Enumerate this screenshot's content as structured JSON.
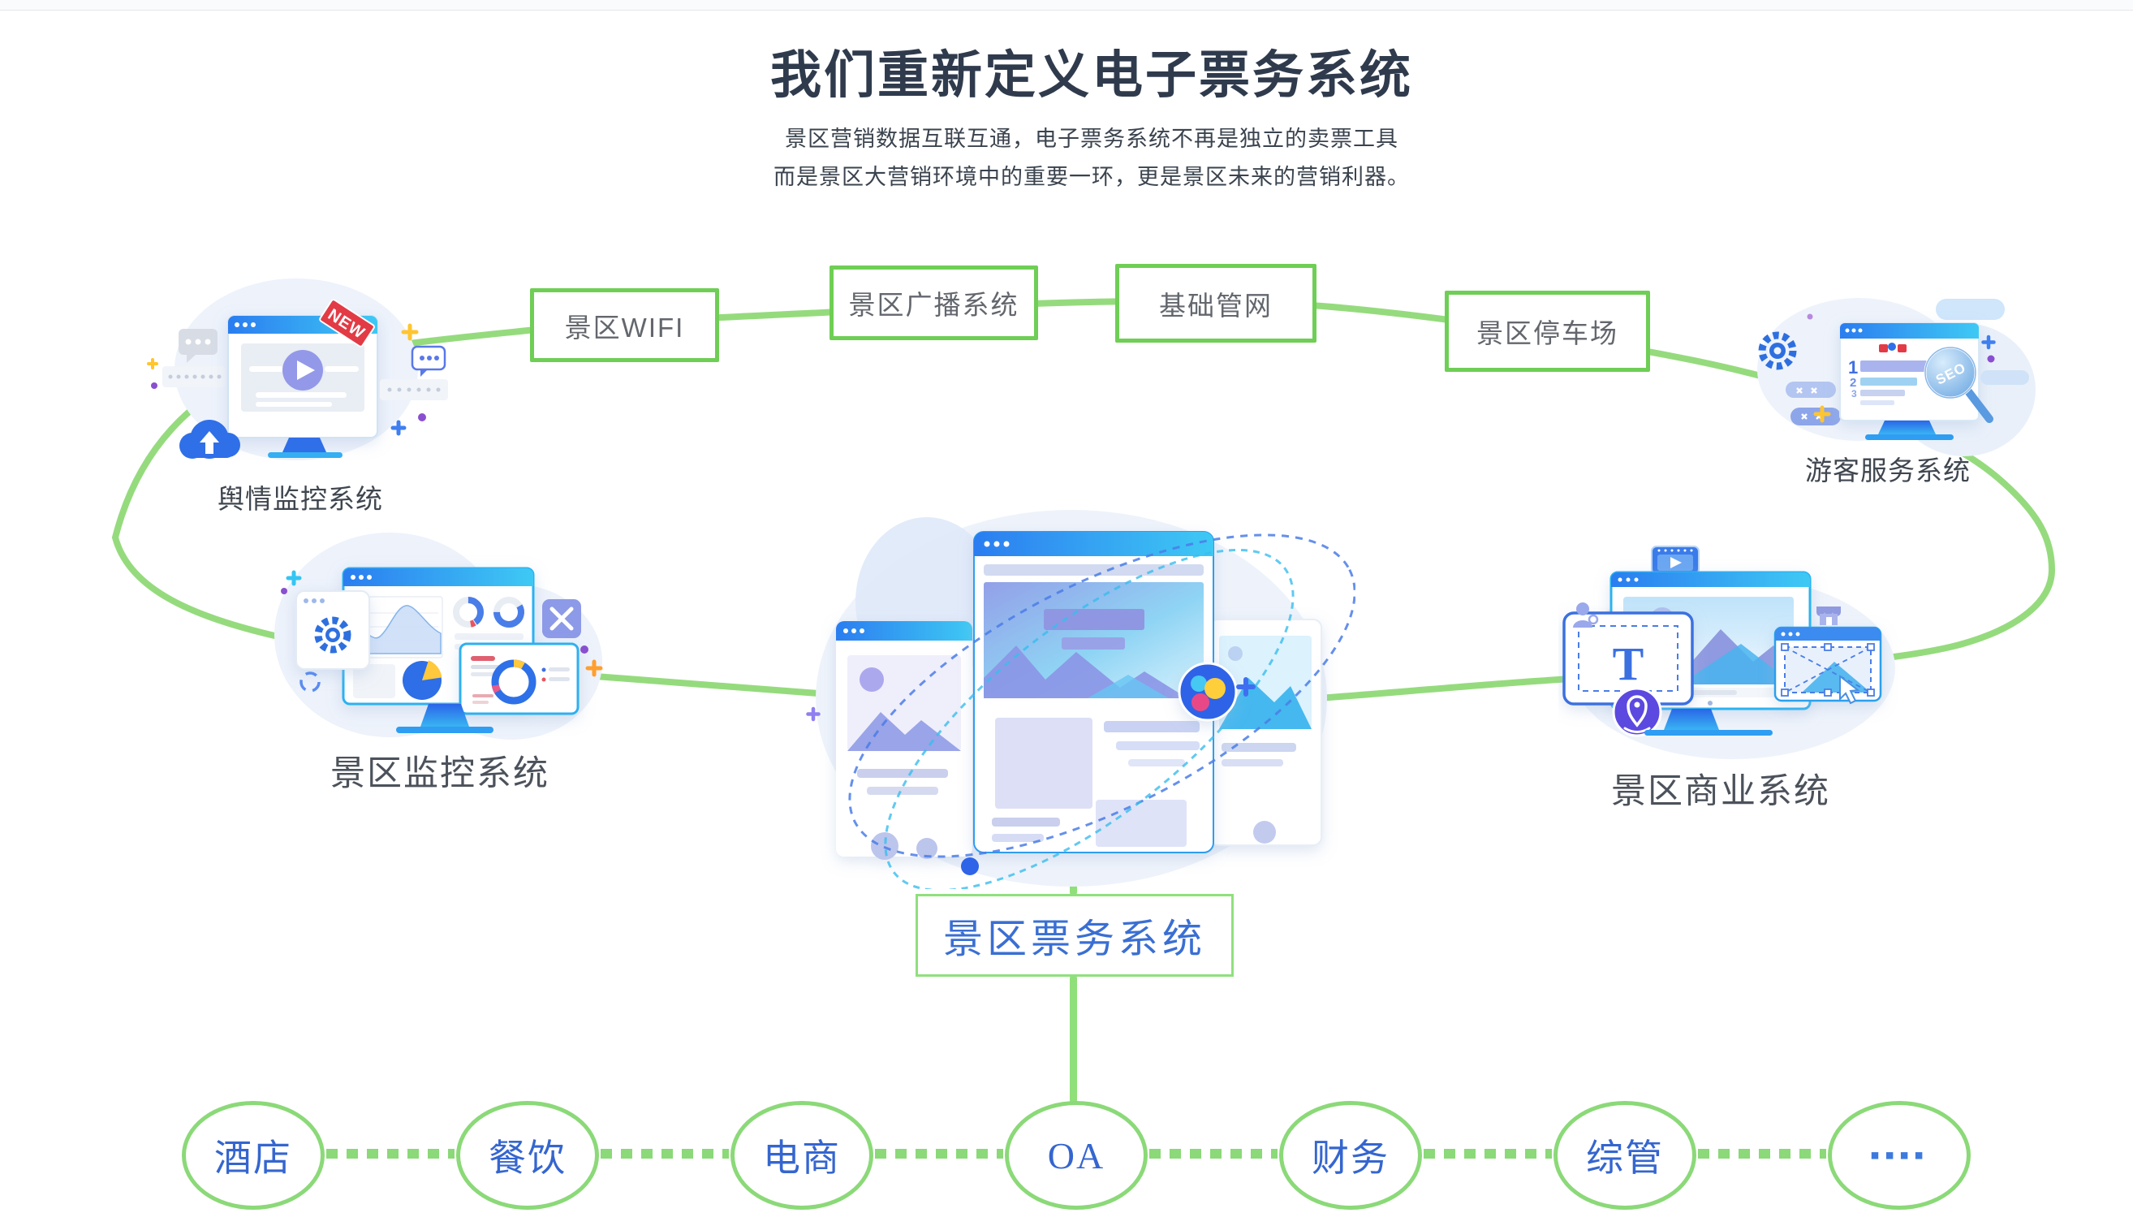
{
  "header": {
    "title": "我们重新定义电子票务系统",
    "subtitle1": "景区营销数据互联互通，电子票务系统不再是独立的卖票工具",
    "subtitle2": "而是景区大营销环境中的重要一环，更是景区未来的营销利器。"
  },
  "nodes": {
    "wifi": "景区WIFI",
    "broadcast": "景区广播系统",
    "pipeline": "基础管网",
    "parking": "景区停车场",
    "yuqing": "舆情监控系统",
    "youke": "游客服务系统",
    "jiankong": "景区监控系统",
    "shangye": "景区商业系统",
    "ticket": "景区票务系统"
  },
  "badges": {
    "new": "NEW",
    "seo": "SEO",
    "t": "T",
    "n1": "1",
    "n2": "2",
    "n3": "3"
  },
  "circles": [
    {
      "label": "酒店"
    },
    {
      "label": "餐饮"
    },
    {
      "label": "电商"
    },
    {
      "label": "OA"
    },
    {
      "label": "财务"
    },
    {
      "label": "综管"
    },
    {
      "label": "▪▪▪▪"
    }
  ],
  "colors": {
    "ring_green": "#8fd976",
    "box_border_green": "#6fce55",
    "light_green": "#8fe07d",
    "blue_text": "#3a6fd3",
    "title_dark": "#2f3b4d"
  }
}
